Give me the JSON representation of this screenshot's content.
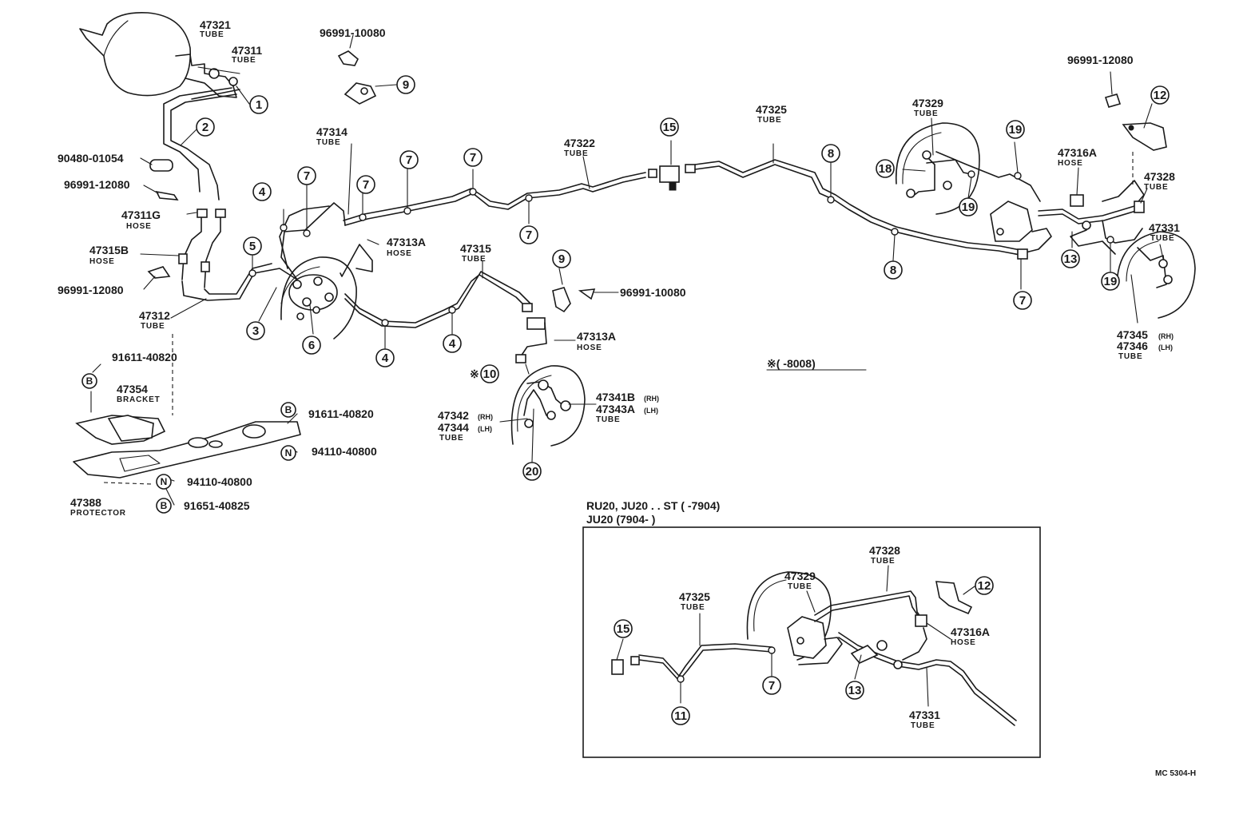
{
  "labels": {
    "p47321": {
      "num": "47321",
      "sub": "TUBE"
    },
    "p47311": {
      "num": "47311",
      "sub": "TUBE"
    },
    "p96991_10080_top": {
      "num": "96991-10080"
    },
    "p90480": {
      "num": "90480-01054"
    },
    "p96991_12080_a": {
      "num": "96991-12080"
    },
    "p47311G": {
      "num": "47311G",
      "sub": "HOSE"
    },
    "p47315B": {
      "num": "47315B",
      "sub": "HOSE"
    },
    "p96991_12080_b": {
      "num": "96991-12080"
    },
    "p47312": {
      "num": "47312",
      "sub": "TUBE"
    },
    "p47314": {
      "num": "47314",
      "sub": "TUBE"
    },
    "p47313A_a": {
      "num": "47313A",
      "sub": "HOSE"
    },
    "p47322": {
      "num": "47322",
      "sub": "TUBE"
    },
    "p47315": {
      "num": "47315",
      "sub": "TUBE"
    },
    "p96991_10080_mid": {
      "num": "96991-10080"
    },
    "p47313A_b": {
      "num": "47313A",
      "sub": "HOSE"
    },
    "p47341B": {
      "num": "47341B",
      "tag": "(RH)"
    },
    "p47343A": {
      "num": "47343A",
      "tag": "(LH)",
      "sub": "TUBE"
    },
    "p47342": {
      "num": "47342",
      "tag": "(RH)"
    },
    "p47344": {
      "num": "47344",
      "tag": "(LH)",
      "sub": "TUBE"
    },
    "p91611_40820_a": {
      "num": "91611-40820"
    },
    "p47354": {
      "num": "47354",
      "sub": "BRACKET"
    },
    "p91611_40820_b": {
      "num": "91611-40820"
    },
    "p94110_40800_a": {
      "num": "94110-40800"
    },
    "p94110_40800_b": {
      "num": "94110-40800"
    },
    "p91651_40825": {
      "num": "91651-40825"
    },
    "p47388": {
      "num": "47388",
      "sub": "PROTECTOR"
    },
    "p47325": {
      "num": "47325",
      "sub": "TUBE"
    },
    "p47329": {
      "num": "47329",
      "sub": "TUBE"
    },
    "p96991_12080_c": {
      "num": "96991-12080"
    },
    "p47316A": {
      "num": "47316A",
      "sub": "HOSE"
    },
    "p47328": {
      "num": "47328",
      "sub": "TUBE"
    },
    "p47331": {
      "num": "47331",
      "sub": "TUBE"
    },
    "p47345": {
      "num": "47345",
      "tag": "(RH)"
    },
    "p47346": {
      "num": "47346",
      "tag": "(LH)",
      "sub": "TUBE"
    },
    "ins47328": {
      "num": "47328",
      "sub": "TUBE"
    },
    "ins47329": {
      "num": "47329",
      "sub": "TUBE"
    },
    "ins47325": {
      "num": "47325",
      "sub": "TUBE"
    },
    "ins47316A": {
      "num": "47316A",
      "sub": "HOSE"
    },
    "ins47331": {
      "num": "47331",
      "sub": "TUBE"
    }
  },
  "callouts": {
    "c1": "1",
    "c2": "2",
    "c3": "3",
    "c4a": "4",
    "c4b": "4",
    "c4c": "4",
    "c5": "5",
    "c6": "6",
    "c7a": "7",
    "c7b": "7",
    "c7c": "7",
    "c7d": "7",
    "c7e": "7",
    "c7f": "7",
    "c7ins": "7",
    "c8a": "8",
    "c8b": "8",
    "c9a": "9",
    "c9b": "9",
    "c10": "10",
    "c11": "11",
    "c12": "12",
    "c12ins": "12",
    "c13": "13",
    "c13ins": "13",
    "c15": "15",
    "c15ins": "15",
    "c18": "18",
    "c19a": "19",
    "c19b": "19",
    "c19c": "19",
    "c20": "20"
  },
  "bolts": {
    "b1": "B",
    "b2": "B",
    "b3": "B",
    "n1": "N",
    "n2": "N"
  },
  "notes": {
    "star10": "※",
    "serial_range": "※(      -8008)",
    "inset_line1": "RU20, JU20 . . ST (          -7904)",
    "inset_line2": "JU20 (7904-            )"
  },
  "footer": {
    "code": "MC 5304-H"
  }
}
